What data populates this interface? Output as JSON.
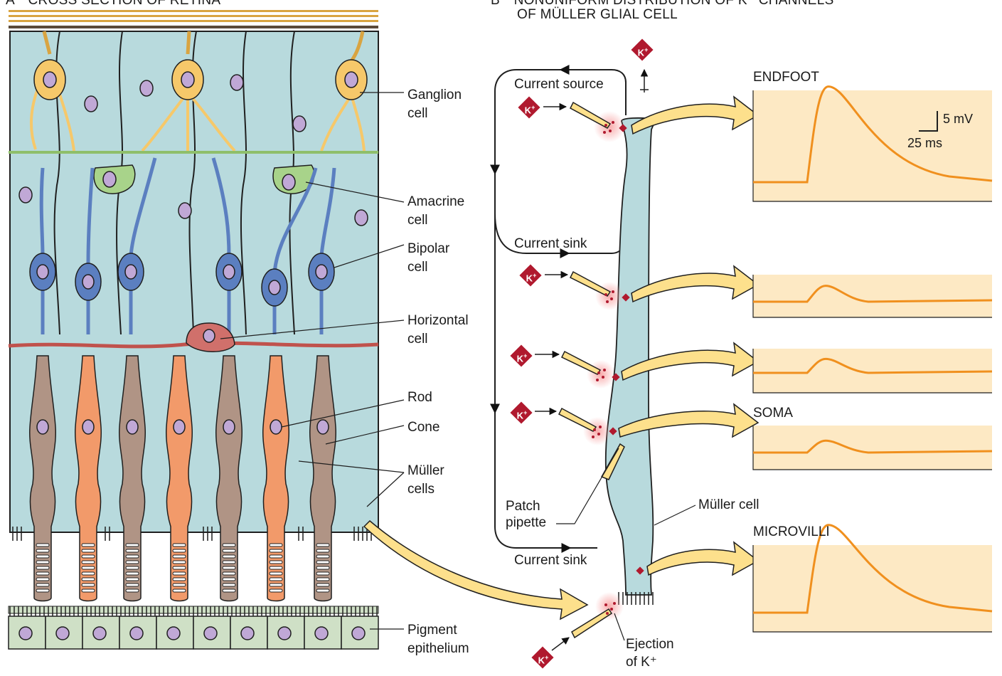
{
  "panels": {
    "a": {
      "letter": "A",
      "title": "CROSS SECTION OF RETINA"
    },
    "b": {
      "letter": "B",
      "title_line1": "NONUNIFORM DISTRIBUTION OF K⁺ CHANNELS",
      "title_line2": "OF MÜLLER GLIAL CELL"
    }
  },
  "retina_labels": {
    "ganglion": [
      "Ganglion",
      "cell"
    ],
    "amacrine": [
      "Amacrine",
      "cell"
    ],
    "bipolar": [
      "Bipolar",
      "cell"
    ],
    "horizontal": [
      "Horizontal",
      "cell"
    ],
    "rod": "Rod",
    "cone": "Cone",
    "muller": [
      "Müller",
      "cells"
    ],
    "pigment": [
      "Pigment",
      "epithelium"
    ]
  },
  "muller_labels": {
    "current_source": "Current source",
    "current_sink_top": "Current sink",
    "current_sink_bottom": "Current sink",
    "patch_pipette": [
      "Patch",
      "pipette"
    ],
    "muller_cell": "Müller cell",
    "ejection": [
      "Ejection",
      "of K⁺"
    ],
    "k_ion": "K",
    "k_sup": "+"
  },
  "recordings": {
    "endfoot": {
      "title": "ENDFOOT",
      "scale_mv": "5 mV",
      "scale_ms": "25 ms",
      "peak_mv": 24
    },
    "upper_stalk": {
      "title": "",
      "peak_mv": 4
    },
    "lower_stalk": {
      "title": "",
      "peak_mv": 3.5
    },
    "soma": {
      "title": "SOMA",
      "peak_mv": 3
    },
    "microvilli": {
      "title": "MICROVILLI",
      "peak_mv": 22
    }
  },
  "colors": {
    "muller_cell": "#b8dadd",
    "ganglion": "#f6c86a",
    "amacrine": "#a8d38a",
    "bipolar": "#5b7fc0",
    "horizontal": "#d0706b",
    "rod": "#b09485",
    "cone": "#f29a6a",
    "nucleus": "#c0a8d6",
    "pigment_epithelium": "#cfe0c6",
    "trace": "#f0901e",
    "recording_bg": "#fde9c4",
    "k_ion": "#b0192e",
    "arrow_fill": "#fde08c"
  }
}
